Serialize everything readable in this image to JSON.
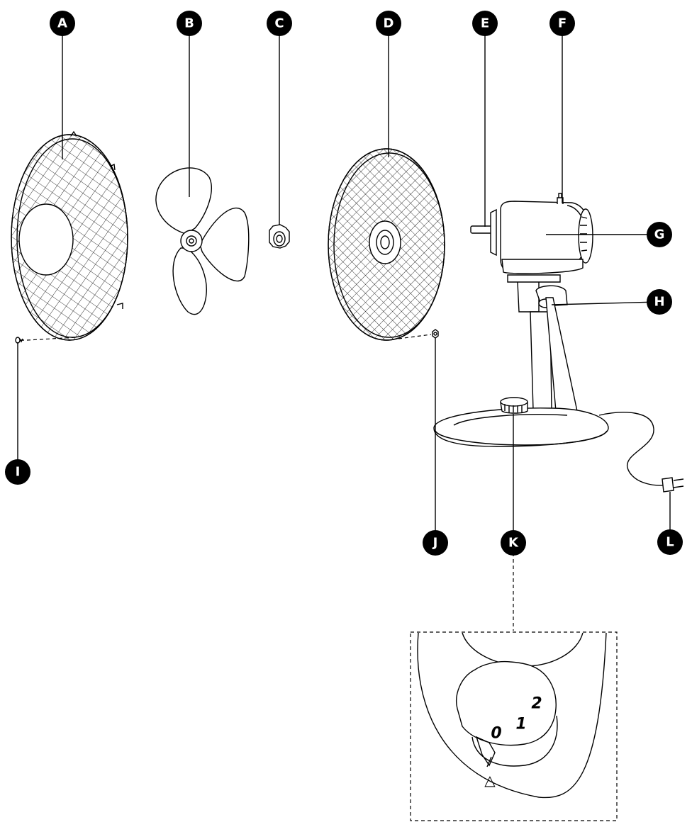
{
  "callouts": [
    "A",
    "B",
    "C",
    "D",
    "E",
    "F",
    "G",
    "H",
    "I",
    "J",
    "K",
    "L"
  ],
  "dial": {
    "positions": [
      "0",
      "1",
      "2"
    ],
    "indicator": "△"
  }
}
